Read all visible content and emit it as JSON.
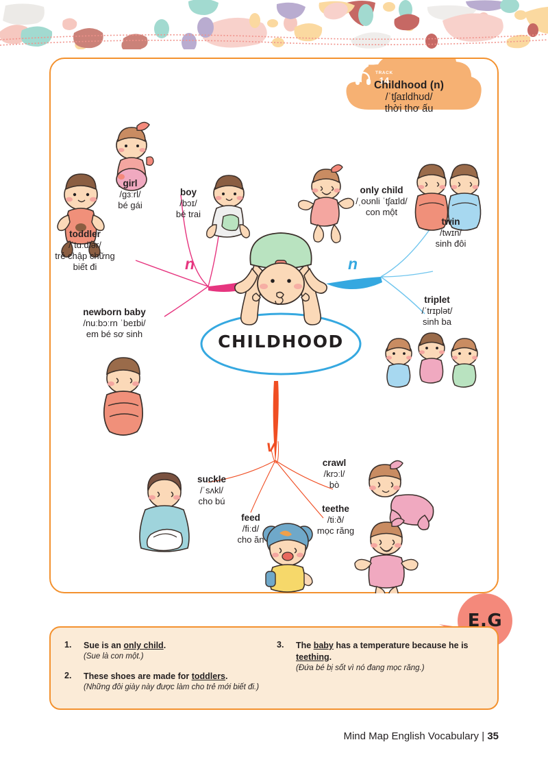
{
  "page": {
    "footer_title": "Mind Map English Vocabulary",
    "footer_separator": "|",
    "page_number": "35"
  },
  "colors": {
    "orange_border": "#F3912E",
    "cloud_fill": "#F6B173",
    "pink_branch": "#E6357F",
    "blue_branch": "#35A8E0",
    "red_branch": "#F04E23",
    "center_ellipse": "#35A8E0",
    "eg_bubble": "#F4897B",
    "examples_bg": "#FBEBD7"
  },
  "header_cloud": {
    "track_word": "TRACK",
    "track_number": "14",
    "headphone_icon": "headphones-icon",
    "title": "Childhood (n)",
    "ipa": "/ˈtʃaɪldhʊd/",
    "vietnamese": "thời thơ ấu"
  },
  "center": {
    "label": "CHILDHOOD",
    "illustration": "baby-headstand-icon"
  },
  "branches": [
    {
      "tag": "n",
      "color": "#E6357F",
      "side": "left"
    },
    {
      "tag": "n",
      "color": "#35A8E0",
      "side": "right"
    },
    {
      "tag": "v",
      "color": "#F04E23",
      "side": "bottom"
    }
  ],
  "vocabulary": {
    "left_noun": [
      {
        "word": "toddler",
        "ipa": "/ˈtɑːdlər/",
        "vi": "trẻ chập chững biết đi",
        "icon": "toddler-icon"
      },
      {
        "word": "girl",
        "ipa": "/gɜːrl/",
        "vi": "bé gái",
        "icon": "girl-icon"
      },
      {
        "word": "boy",
        "ipa": "/bɔɪ/",
        "vi": "bé trai",
        "icon": "boy-icon"
      },
      {
        "word": "newborn baby",
        "ipa": "/nuːbɔːrn ˈbeɪbi/",
        "vi": "em bé sơ sinh",
        "icon": "newborn-baby-icon"
      }
    ],
    "right_noun": [
      {
        "word": "only child",
        "ipa": "/ˌoʊnli ˈtʃaɪld/",
        "vi": "con một",
        "icon": "only-child-icon"
      },
      {
        "word": "twin",
        "ipa": "/twɪn/",
        "vi": "sinh đôi",
        "icon": "twin-icon"
      },
      {
        "word": "triplet",
        "ipa": "/ˈtrɪplət/",
        "vi": "sinh ba",
        "icon": "triplet-icon"
      }
    ],
    "bottom_verb": [
      {
        "word": "suckle",
        "ipa": "/ˈsʌkl/",
        "vi": "cho bú",
        "icon": "suckle-icon"
      },
      {
        "word": "feed",
        "ipa": "/fiːd/",
        "vi": "cho ăn",
        "icon": "feed-icon"
      },
      {
        "word": "crawl",
        "ipa": "/krɔːl/",
        "vi": "bò",
        "icon": "crawl-icon"
      },
      {
        "word": "teethe",
        "ipa": "/tiːð/",
        "vi": "mọc răng",
        "icon": "teethe-icon"
      }
    ]
  },
  "examples_badge": {
    "label": "E.G"
  },
  "examples": [
    {
      "num": "1.",
      "en_before": "Sue is an ",
      "en_underline": "only child",
      "en_after": ".",
      "vi": "(Sue là con một.)"
    },
    {
      "num": "2.",
      "en_before": "These shoes are made for ",
      "en_underline": "toddlers",
      "en_after": ".",
      "vi": "(Những đôi giày này được làm cho trẻ mới biết đi.)"
    },
    {
      "num": "3.",
      "en_before": "The ",
      "en_underline": "baby",
      "en_after": " has a temperature because he is ",
      "en_underline2": "teething",
      "en_after2": ".",
      "vi": "(Đứa bé bị sốt vì nó đang mọc răng.)"
    }
  ]
}
